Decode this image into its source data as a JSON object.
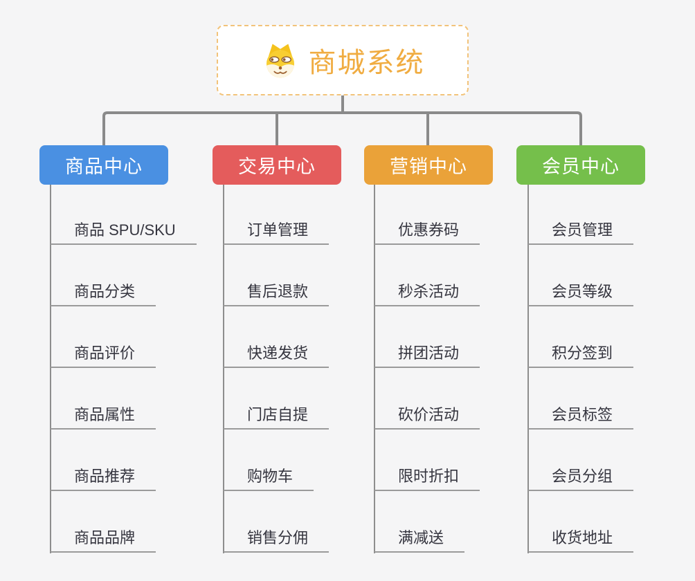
{
  "root": {
    "title": "商城系统",
    "icon": "shiba-dog-icon"
  },
  "branches": [
    {
      "label": "商品中心",
      "color": "#4a90e2",
      "children": [
        "商品 SPU/SKU",
        "商品分类",
        "商品评价",
        "商品属性",
        "商品推荐",
        "商品品牌"
      ]
    },
    {
      "label": "交易中心",
      "color": "#e45c5c",
      "children": [
        "订单管理",
        "售后退款",
        "快递发货",
        "门店自提",
        "购物车",
        "销售分佣"
      ]
    },
    {
      "label": "营销中心",
      "color": "#eaa239",
      "children": [
        "优惠券码",
        "秒杀活动",
        "拼团活动",
        "砍价活动",
        "限时折扣",
        "满减送"
      ]
    },
    {
      "label": "会员中心",
      "color": "#75bf4b",
      "children": [
        "会员管理",
        "会员等级",
        "积分签到",
        "会员标签",
        "会员分组",
        "收货地址"
      ]
    }
  ],
  "colors": {
    "root_title": "#f0ac41",
    "root_border": "#f2c37a",
    "connector_line": "#8a8a8a",
    "leaf_underline": "#9a9a9a",
    "leaf_text": "#35353f",
    "page_background": "#f5f5f6"
  }
}
